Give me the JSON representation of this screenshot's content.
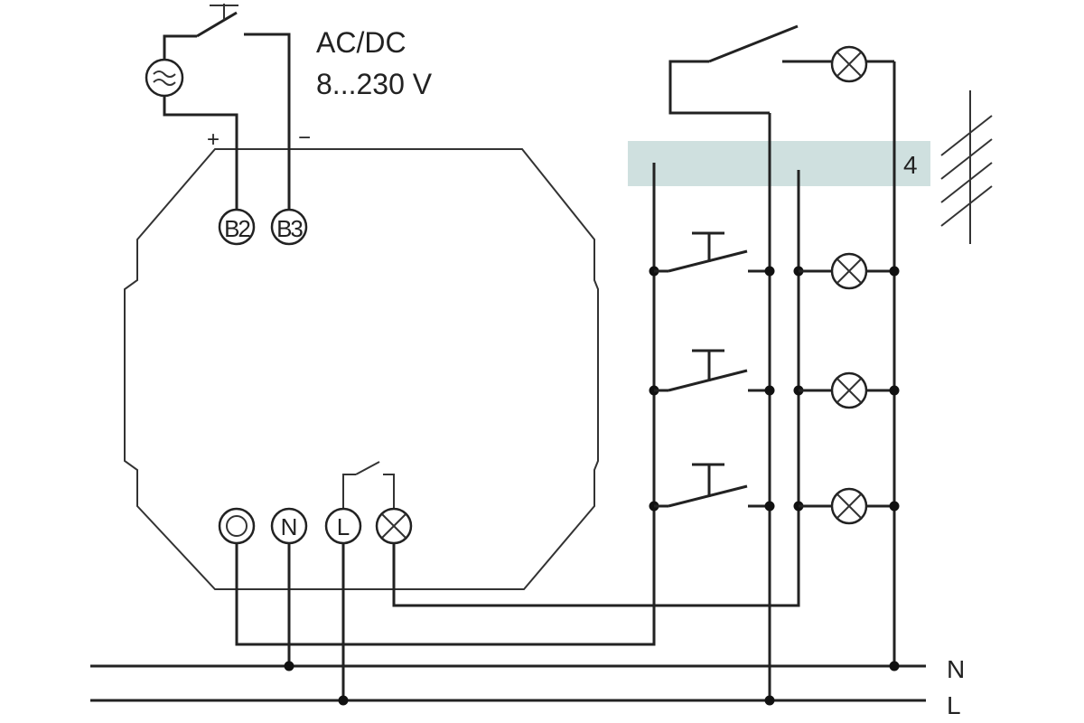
{
  "supply": {
    "type_label": "AC/DC",
    "voltage_label": "8...230 V",
    "plus_label": "+",
    "minus_label": "−"
  },
  "terminals": {
    "b2": "B2",
    "b3": "B3",
    "n": "N",
    "l": "L"
  },
  "bundle_count": "4",
  "bus": {
    "n_label": "N",
    "l_label": "L"
  },
  "colors": {
    "line": "#222222",
    "band": "#cfe0df",
    "background": "#ffffff"
  }
}
